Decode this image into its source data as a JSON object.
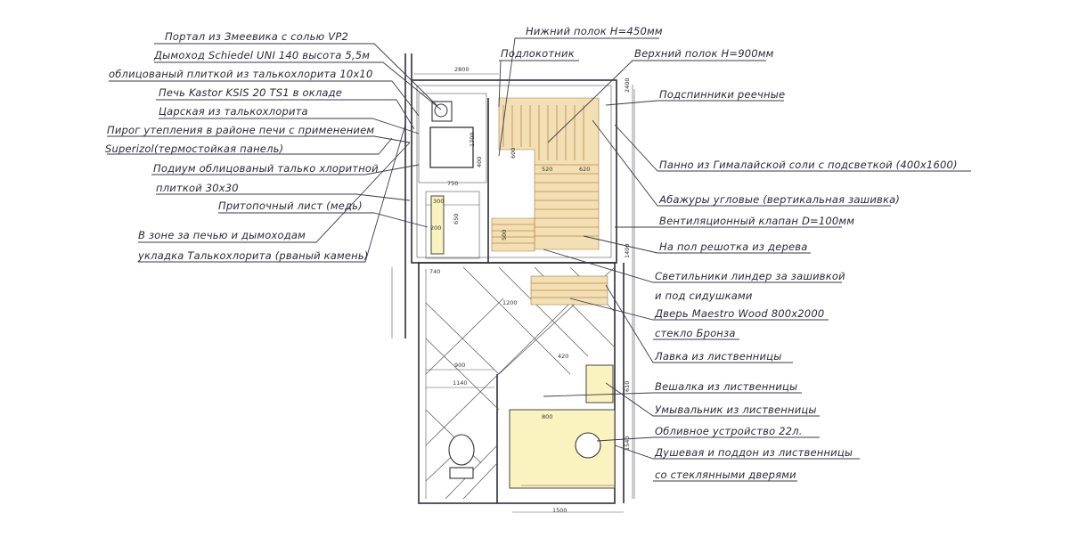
{
  "callouts_left": [
    {
      "id": "portal",
      "text": "Портал из Змеевика с солью VP2"
    },
    {
      "id": "chimney",
      "text": "Дымоход Schiedel UNI 140 высота 5,5м"
    },
    {
      "id": "tile",
      "text": "облицованый плиткой из талькохлорита 10х10"
    },
    {
      "id": "stove",
      "text": "Печь Kastor KSIS 20 TS1 в окладе"
    },
    {
      "id": "tsar",
      "text": "Царская из талькохлорита"
    },
    {
      "id": "insul",
      "text": "Пирог утепления в районе печи с применением"
    },
    {
      "id": "superizol",
      "text": "Superizol(термостойкая панель)"
    },
    {
      "id": "podium",
      "text": "Подиум облицованый талько хлоритной"
    },
    {
      "id": "podium2",
      "text": "плиткой 30х30"
    },
    {
      "id": "sheet",
      "text": "Притопочный лист (медь)"
    },
    {
      "id": "zone",
      "text": "В зоне за печью и дымоходам"
    },
    {
      "id": "zone2",
      "text": "укладка Талькохлорита (рваный камень)"
    }
  ],
  "callouts_top": [
    {
      "id": "lower",
      "text": "Нижний полок H=450мм"
    },
    {
      "id": "arm",
      "text": "Подлокотник"
    },
    {
      "id": "upper",
      "text": "Верхний полок H=900мм"
    }
  ],
  "callouts_right": [
    {
      "id": "backrest",
      "text": "Подспинники реечные"
    },
    {
      "id": "panel",
      "text": "Панно из Гималайской соли с подсветкой (400х1600)"
    },
    {
      "id": "lamps",
      "text": "Абажуры угловые (вертикальная зашивка)"
    },
    {
      "id": "vent",
      "text": "Вентиляционный клапан D=100мм"
    },
    {
      "id": "grate",
      "text": "На пол решотка из дерева"
    },
    {
      "id": "linder",
      "text": "Светильники линдер за зашивкой"
    },
    {
      "id": "linder2",
      "text": "и под сидушками"
    },
    {
      "id": "door",
      "text": "Дверь Maestro Wood 800х2000"
    },
    {
      "id": "glass",
      "text": "стекло Бронза"
    },
    {
      "id": "bench",
      "text": "Лавка из лиственницы"
    },
    {
      "id": "hanger",
      "text": "Вешалка из лиственницы"
    },
    {
      "id": "sink",
      "text": "Умывальник из лиственницы"
    },
    {
      "id": "pour",
      "text": "Обливное устройство 22л."
    },
    {
      "id": "shower",
      "text": "Душевая и поддон из лиственницы"
    },
    {
      "id": "shower2",
      "text": "со стеклянными дверями"
    }
  ],
  "dimensions": {
    "d2800": "2800",
    "d1700": "1700",
    "d400": "400",
    "d750": "750",
    "d300": "300",
    "d650": "650",
    "d200": "200",
    "d500": "500",
    "d600": "600",
    "d520": "520",
    "d620": "620",
    "d740": "740",
    "d1200": "1200",
    "d420": "420",
    "d900": "900",
    "d1140": "1140",
    "d610": "610",
    "d800": "800",
    "d1540": "1540",
    "d1500": "1500",
    "d1400": "1400",
    "d2400": "2400"
  }
}
